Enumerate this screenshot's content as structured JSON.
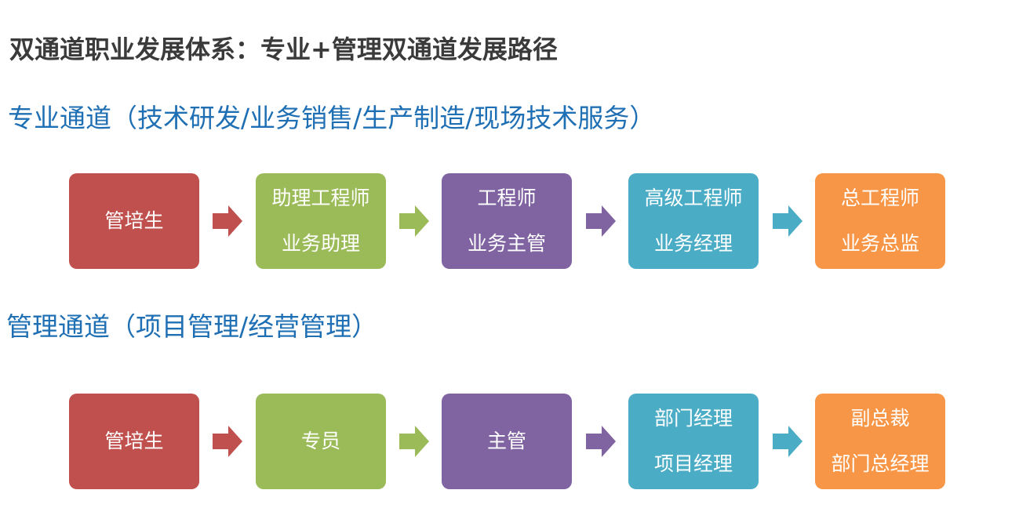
{
  "title": "双通道职业发展体系：专业+管理双通道发展路径",
  "colors": {
    "title": "#3a3a3a",
    "track_title": "#1f6fb4",
    "step1": "#c0504d",
    "step2": "#9bbb59",
    "step3": "#8064a2",
    "step4": "#4bacc6",
    "step5": "#f79646"
  },
  "professional": {
    "heading": "专业通道（技术研发/业务销售/生产制造/现场技术服务）",
    "steps": [
      {
        "line1": "管培生",
        "line2": ""
      },
      {
        "line1": "助理工程师",
        "line2": "业务助理"
      },
      {
        "line1": "工程师",
        "line2": "业务主管"
      },
      {
        "line1": "高级工程师",
        "line2": "业务经理"
      },
      {
        "line1": "总工程师",
        "line2": "业务总监"
      }
    ]
  },
  "management": {
    "heading": "管理通道（项目管理/经营管理）",
    "steps": [
      {
        "line1": "管培生",
        "line2": ""
      },
      {
        "line1": "专员",
        "line2": ""
      },
      {
        "line1": "主管",
        "line2": ""
      },
      {
        "line1": "部门经理",
        "line2": "项目经理"
      },
      {
        "line1": "副总裁",
        "line2": "部门总经理"
      }
    ]
  }
}
